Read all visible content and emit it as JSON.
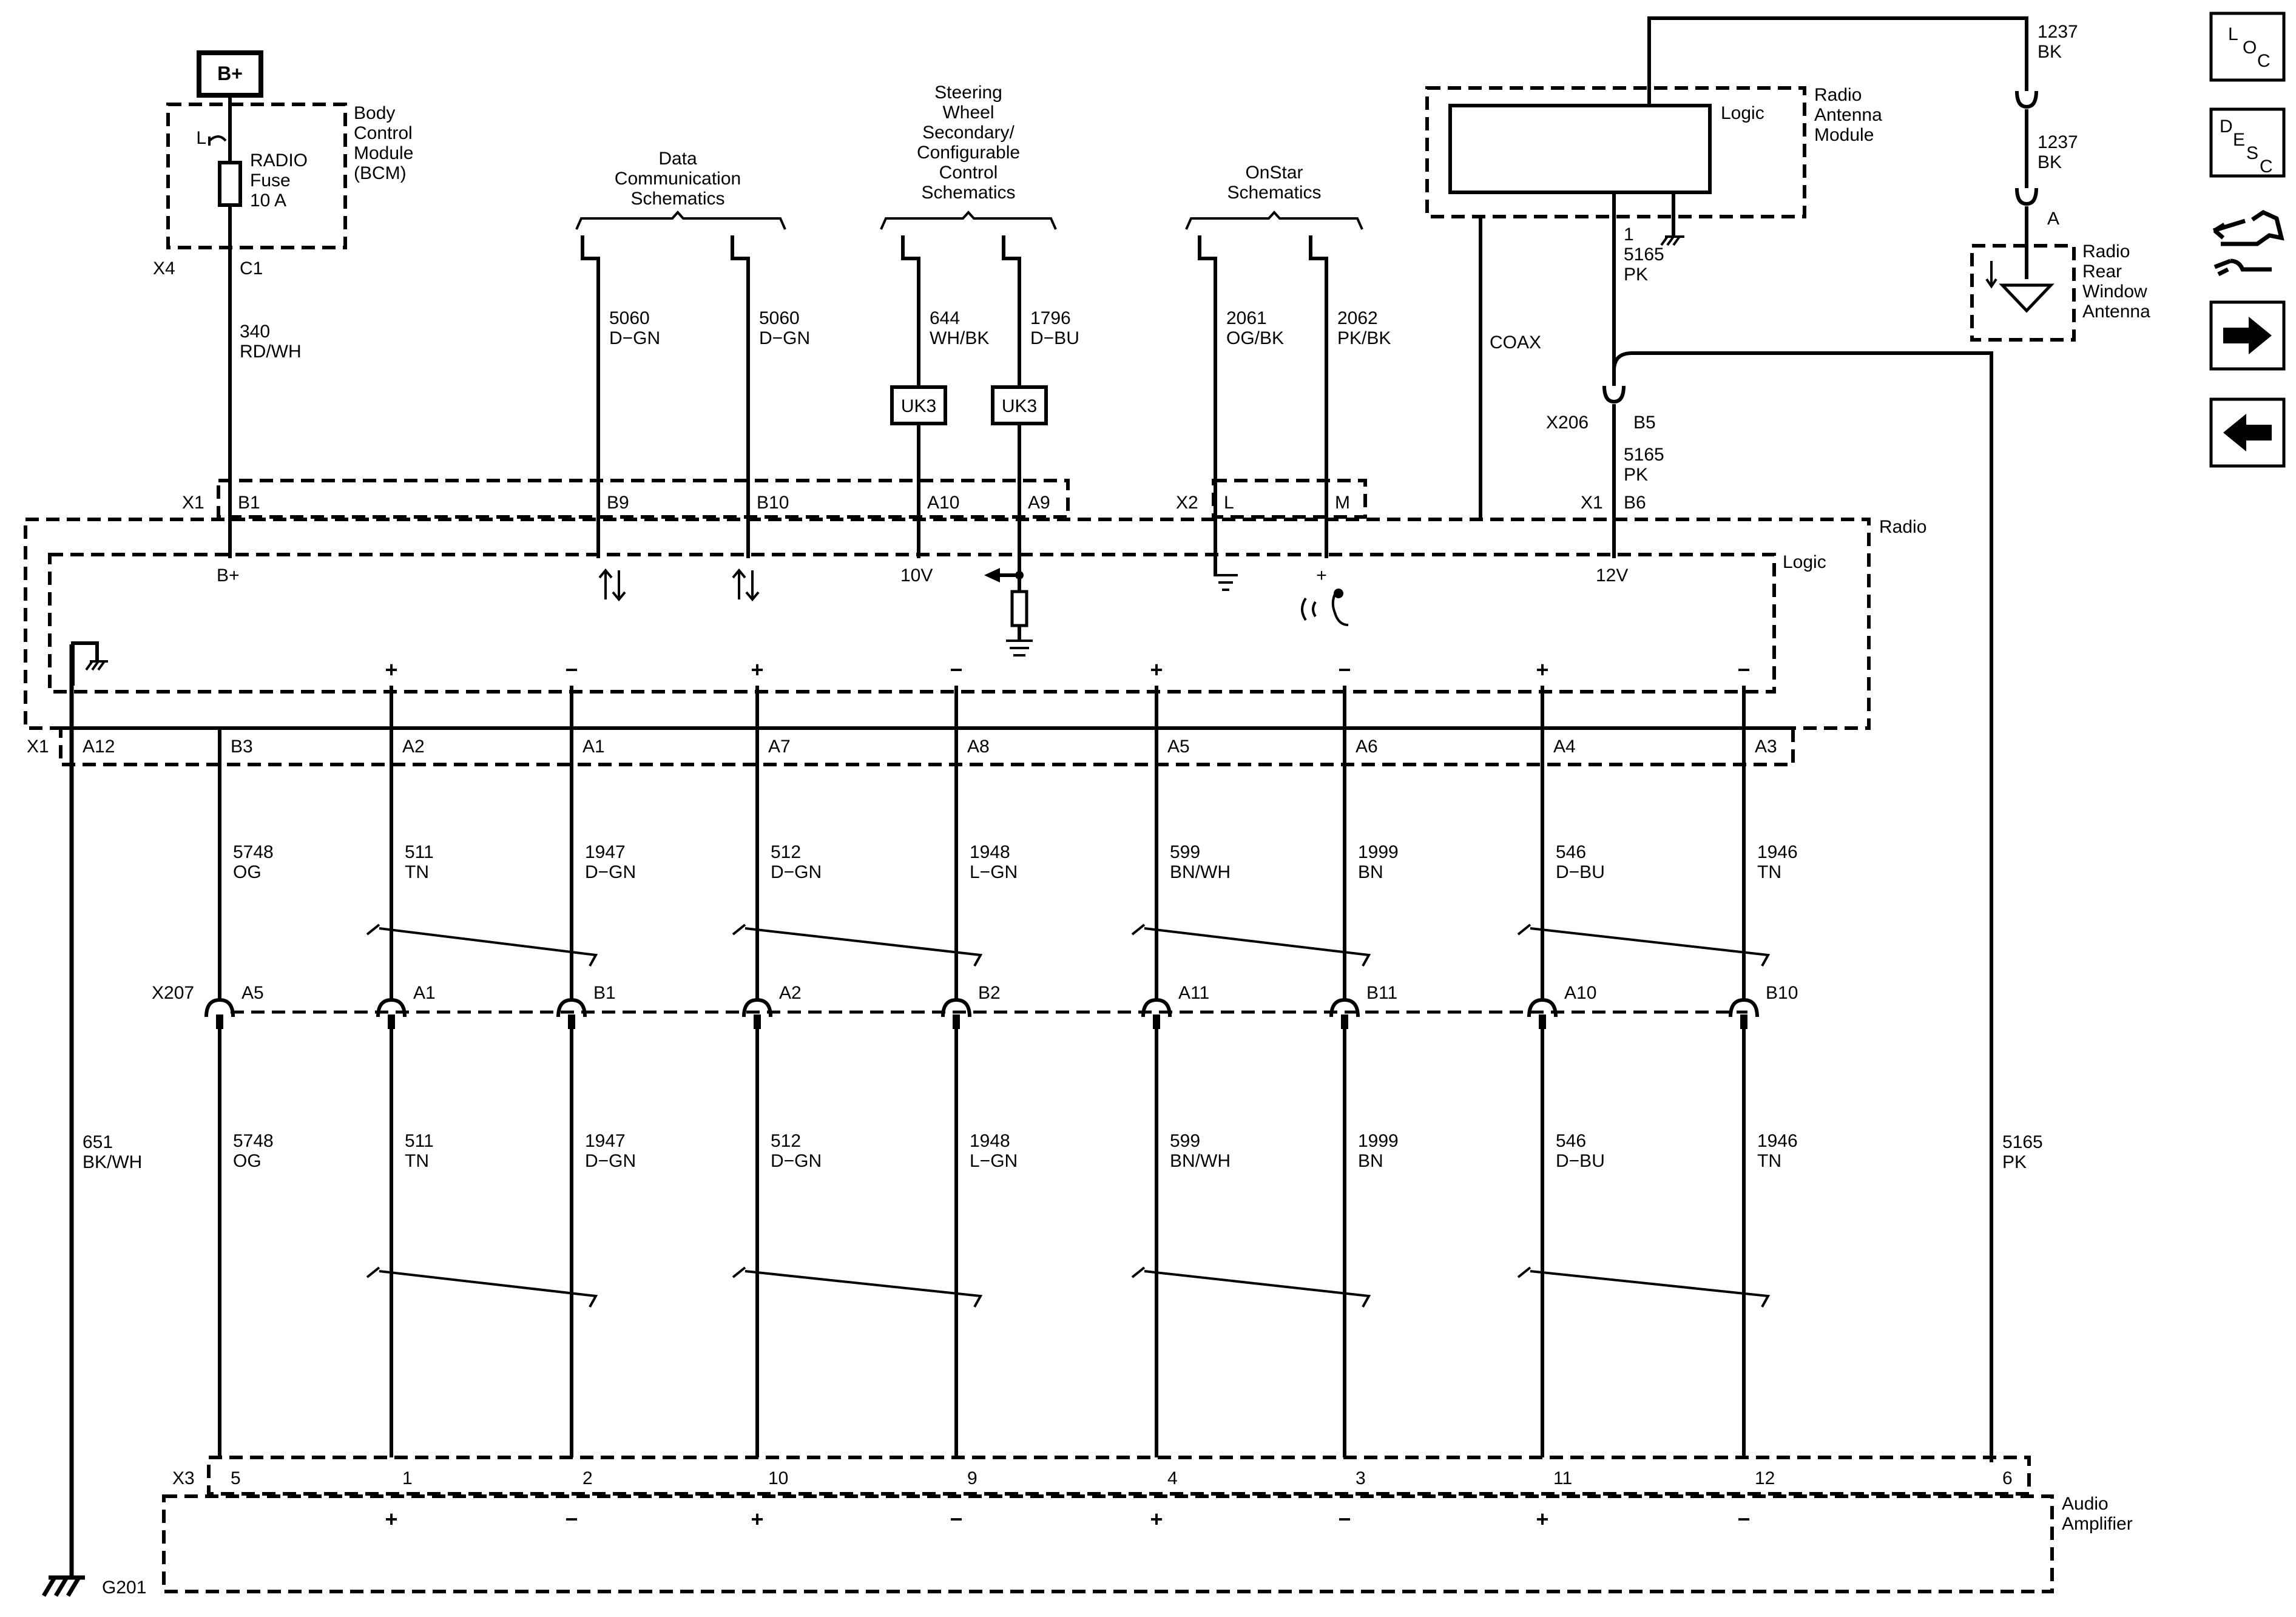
{
  "battery": "B+",
  "bcm": {
    "l1": "Body",
    "l2": "Control",
    "l3": "Module",
    "l4": "(BCM)",
    "fuse1": "RADIO",
    "fuse2": "Fuse",
    "fuse3": "10 A",
    "conn": "X4",
    "pin": "C1",
    "fuse_tap": "L"
  },
  "w340": {
    "n": "340",
    "c": "RD/WH"
  },
  "data_comm": {
    "l1": "Data",
    "l2": "Communication",
    "l3": "Schematics"
  },
  "steering": {
    "l1": "Steering",
    "l2": "Wheel",
    "l3": "Secondary/",
    "l4": "Configurable",
    "l5": "Control",
    "l6": "Schematics"
  },
  "onstar": {
    "l1": "OnStar",
    "l2": "Schematics"
  },
  "upper_wires": [
    {
      "n": "5060",
      "c": "D−GN",
      "pin": "B9"
    },
    {
      "n": "5060",
      "c": "D−GN",
      "pin": "B10"
    },
    {
      "n": "644",
      "c": "WH/BK",
      "pin": "A10",
      "splice": "UK3"
    },
    {
      "n": "1796",
      "c": "D−BU",
      "pin": "A9",
      "splice": "UK3"
    },
    {
      "n": "2061",
      "c": "OG/BK",
      "pin": "L"
    },
    {
      "n": "2062",
      "c": "PK/BK",
      "pin": "M"
    }
  ],
  "radio_x1": "X1",
  "radio_x1_b1": "B1",
  "radio_x2": "X2",
  "radio_b_plus": "B+",
  "radio_10v": "10V",
  "radio_12v": "12V",
  "radio_label": "Radio",
  "logic_label": "Logic",
  "antenna_module": {
    "l1": "Radio",
    "l2": "Antenna",
    "l3": "Module",
    "logic": "Logic",
    "pin": "1"
  },
  "coax": "COAX",
  "w1237": {
    "n": "1237",
    "c": "BK",
    "pin": "A"
  },
  "w5165": {
    "n": "5165",
    "c": "PK"
  },
  "x206": {
    "conn": "X206",
    "pin": "B5"
  },
  "radio_b6": {
    "conn": "X1",
    "pin": "B6"
  },
  "rear_antenna": {
    "l1": "Radio",
    "l2": "Rear",
    "l3": "Window",
    "l4": "Antenna"
  },
  "radio_x1_lower": "X1",
  "lower_wires": [
    {
      "pin": "A12",
      "n": "651",
      "c": "BK/WH"
    },
    {
      "pin": "B3",
      "n": "5748",
      "c": "OG",
      "x207": "A5",
      "x3": "5"
    },
    {
      "pin": "A2",
      "n": "511",
      "c": "TN",
      "x207": "A1",
      "x3": "1",
      "sign": "+"
    },
    {
      "pin": "A1",
      "n": "1947",
      "c": "D−GN",
      "x207": "B1",
      "x3": "2",
      "sign": "−"
    },
    {
      "pin": "A7",
      "n": "512",
      "c": "D−GN",
      "x207": "A2",
      "x3": "10",
      "sign": "+"
    },
    {
      "pin": "A8",
      "n": "1948",
      "c": "L−GN",
      "x207": "B2",
      "x3": "9",
      "sign": "−"
    },
    {
      "pin": "A5",
      "n": "599",
      "c": "BN/WH",
      "x207": "A11",
      "x3": "4",
      "sign": "+"
    },
    {
      "pin": "A6",
      "n": "1999",
      "c": "BN",
      "x207": "B11",
      "x3": "3",
      "sign": "−"
    },
    {
      "pin": "A4",
      "n": "546",
      "c": "D−BU",
      "x207": "A10",
      "x3": "11",
      "sign": "+"
    },
    {
      "pin": "A3",
      "n": "1946",
      "c": "TN",
      "x207": "B10",
      "x3": "12",
      "sign": "−"
    }
  ],
  "x207": "X207",
  "x3": "X3",
  "x3_pin6": "6",
  "g201": "G201",
  "amp": {
    "l1": "Audio",
    "l2": "Amplifier"
  },
  "nav": {
    "loc1": "L",
    "loc2": "O",
    "loc3": "C",
    "desc1": "D",
    "desc2": "E",
    "desc3": "S",
    "desc4": "C"
  }
}
